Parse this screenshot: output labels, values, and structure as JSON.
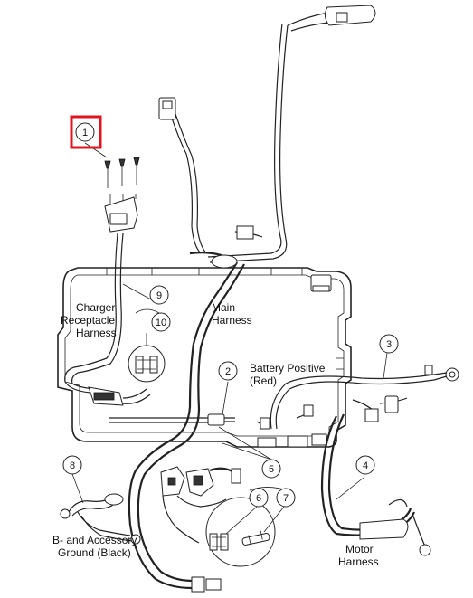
{
  "callouts": [
    "1",
    "2",
    "3",
    "4",
    "5",
    "6",
    "7",
    "8",
    "9",
    "10"
  ],
  "labels": {
    "charger_line1": "Charger",
    "charger_line2": "Receptacle",
    "charger_line3": "Harness",
    "main_line1": "Main",
    "main_line2": "Harness",
    "battery_line1": "Battery Positive",
    "battery_line2": "(Red)",
    "motor_line1": "Motor",
    "motor_line2": "Harness",
    "bground_line1": "B- and Accessory",
    "bground_line2": "Ground (Black)"
  },
  "highlight": {
    "target_callout": "1",
    "color": "#e0141e"
  }
}
